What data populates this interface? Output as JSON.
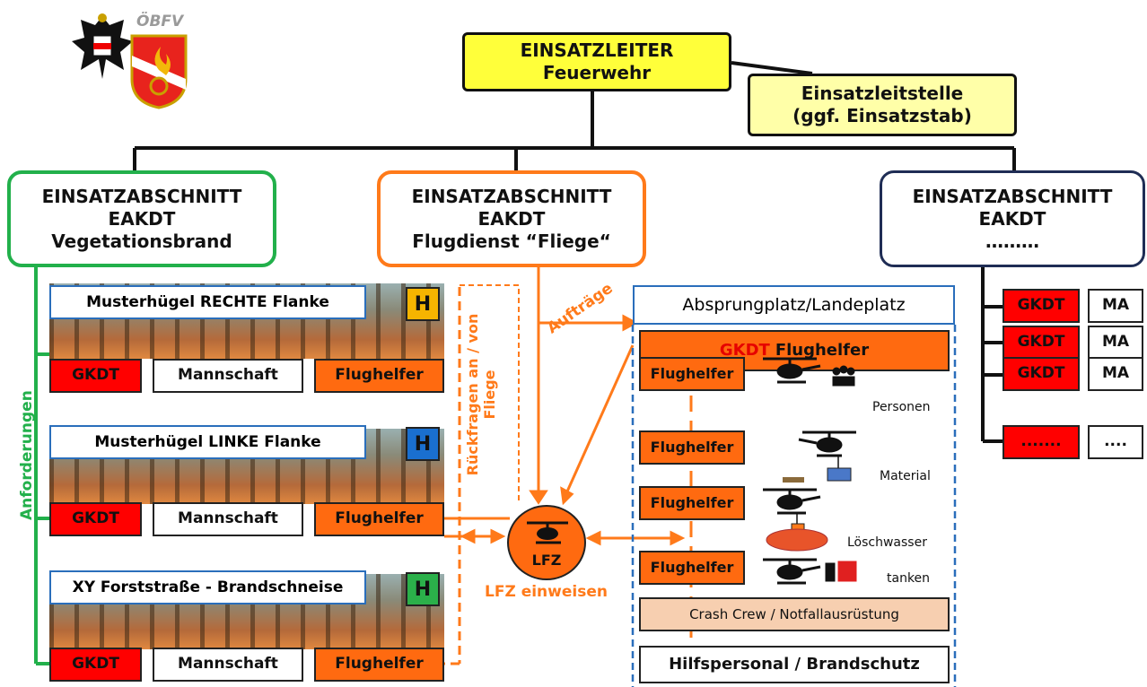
{
  "logo": {
    "text": "ÖBFV"
  },
  "top": {
    "leader_line1": "EINSATZLEITER",
    "leader_line2": "Feuerwehr",
    "center_line1": "Einsatzleitstelle",
    "center_line2": "(ggf. Einsatzstab)"
  },
  "sections": [
    {
      "line1": "EINSATZABSCHNITT",
      "line2": "EAKDT",
      "line3": "Vegetationsbrand",
      "color": "#22b04b"
    },
    {
      "line1": "EINSATZABSCHNITT",
      "line2": "EAKDT",
      "line3": "Flugdienst  “Fliege“",
      "color": "#ff7a1a"
    },
    {
      "line1": "EINSATZABSCHNITT",
      "line2": "EAKDT",
      "line3": "………",
      "color": "#1f2d55"
    }
  ],
  "groups": [
    {
      "title": "Musterhügel RECHTE Flanke",
      "badge": "H",
      "badge_color": "#f5b400",
      "gkdt": "GKDT",
      "crew": "Mannschaft",
      "helper": "Flughelfer"
    },
    {
      "title": "Musterhügel LINKE Flanke",
      "badge": "H",
      "badge_color": "#1a6fcf",
      "gkdt": "GKDT",
      "crew": "Mannschaft",
      "helper": "Flughelfer"
    },
    {
      "title": "XY Forststraße - Brandschneise",
      "badge": "H",
      "badge_color": "#2bb04a",
      "gkdt": "GKDT",
      "crew": "Mannschaft",
      "helper": "Flughelfer"
    }
  ],
  "labels": {
    "anforderungen": "Anforderungen",
    "rueckfragen": "Rückfragen an / von Fliege",
    "auftraege": "Aufträge",
    "lfz": "LFZ",
    "lfz_einweisen": "LFZ einweisen"
  },
  "landing": {
    "title": "Absprungplatz/Landeplatz",
    "lead_gkdt": "GKDT",
    "lead_helper": "Flughelfer",
    "rows": [
      {
        "helper": "Flughelfer",
        "task": "Personen"
      },
      {
        "helper": "Flughelfer",
        "task": "Material"
      },
      {
        "helper": "Flughelfer",
        "task": "Löschwasser"
      },
      {
        "helper": "Flughelfer",
        "task": "tanken"
      }
    ],
    "crash": "Crash Crew / Notfallausrüstung",
    "support": "Hilfspersonal / Brandschutz"
  },
  "right_units": [
    {
      "cmd": "GKDT",
      "ma": "MA"
    },
    {
      "cmd": "GKDT",
      "ma": "MA"
    },
    {
      "cmd": "GKDT",
      "ma": "MA"
    },
    {
      "cmd": ".......",
      "ma": "...."
    }
  ]
}
